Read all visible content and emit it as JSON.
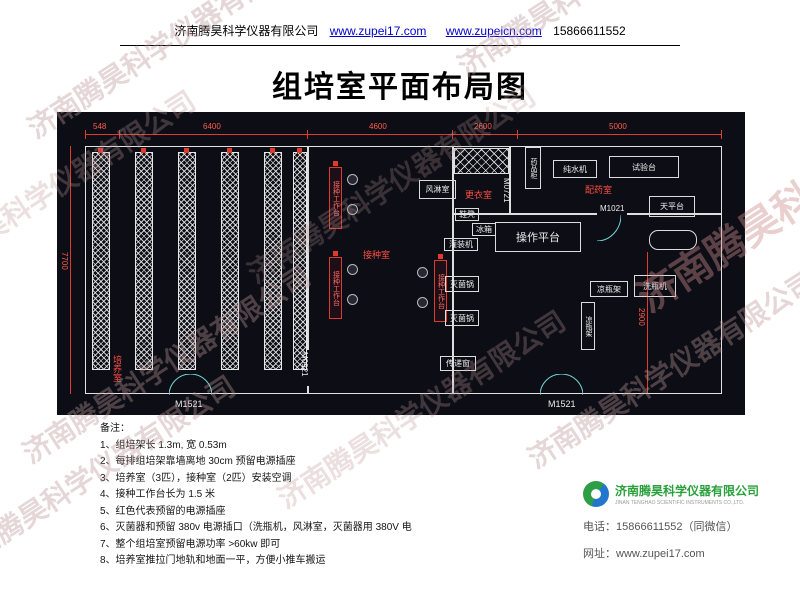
{
  "watermark": "济南腾昊科学仪器有限公司",
  "header": {
    "company": "济南腾昊科学仪器有限公司",
    "url1": "www.zupei17.com",
    "url2": "www.zupeicn.com",
    "phone": "15866611552"
  },
  "title": "组培室平面布局图",
  "plan": {
    "dims": {
      "d548": "548",
      "d6400": "6400",
      "d4600": "4600",
      "d2600": "2600",
      "d5000": "5000",
      "d7700": "7700",
      "d2900": "2900"
    },
    "rooms": {
      "culture": "培养室",
      "inoculation": "接种室",
      "air_shower": "风淋室",
      "changing": "更衣室",
      "pharmacy": "配药室",
      "platform": "操作平台"
    },
    "labels": {
      "workbench": "接种工作台",
      "medicine_cabinet": "药品柜",
      "pure_water": "纯水机",
      "test_bench": "试验台",
      "balance": "天平台",
      "shoe_bench": "鞋凳",
      "fridge": "冰箱",
      "filling_machine": "灌装机",
      "sterilizer": "灭菌锅",
      "transfer_window": "传递窗",
      "cooling_rack": "凉瓶架",
      "bottle_washer": "洗瓶机"
    },
    "doors": {
      "left": "M1521",
      "middle": "M0921",
      "shower": "M0721",
      "pharmacy": "M1021",
      "right": "M1521"
    }
  },
  "notes": {
    "title": "备注：",
    "items": [
      "1、组培架长 1.3m, 宽 0.53m",
      "2、每排组培架靠墙离地 30cm 预留电源插座",
      "3、培养室（3匹），接种室（2匹）安装空调",
      "4、接种工作台长为 1.5 米",
      "5、红色代表预留的电源插座",
      "6、灭菌器和预留 380v 电源插口（洗瓶机，风淋室，灭菌器用 380V 电",
      "7、整个组培室预留电源功率 >60kw 即可",
      "8、培养室推拉门地轨和地面一平，方便小推车搬运"
    ]
  },
  "footer": {
    "company_cn": "济南腾昊科学仪器有限公司",
    "company_en": "JINAN TENGHAO SCIENTIFIC INSTRUMENTS CO.,LTD.",
    "phone_label": "电话：",
    "phone": "15866611552（同微信）",
    "web_label": "网址：",
    "web": "www.zupei17.com"
  }
}
